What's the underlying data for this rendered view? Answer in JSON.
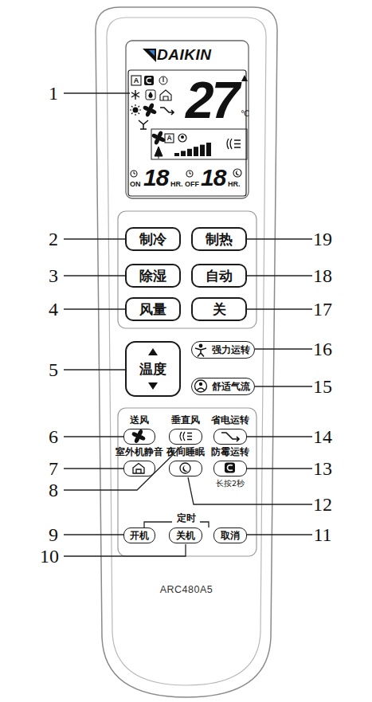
{
  "diagram": {
    "nodes": [
      {
        "text": [
          "ARC480A5"
        ]
      },
      {
        "text": [
          "DAIKIN",
          "27",
          "℃",
          "ON",
          "18",
          "HR.",
          "OFF",
          "18",
          "HR."
        ],
        "in": 0
      },
      {
        "text": [
          "制冷"
        ],
        "in": 0
      },
      {
        "text": [
          "制热"
        ],
        "in": 0
      },
      {
        "text": [
          "除湿"
        ],
        "in": 0
      },
      {
        "text": [
          "自动"
        ],
        "in": 0
      },
      {
        "text": [
          "风量"
        ],
        "in": 0
      },
      {
        "text": [
          "关"
        ],
        "in": 0
      },
      {
        "text": [
          "温度"
        ],
        "in": 0
      },
      {
        "text": [
          "强力运转"
        ],
        "in": 0
      },
      {
        "text": [
          "舒适气流"
        ],
        "in": 0
      },
      {
        "text": [
          "送风"
        ],
        "in": 0
      },
      {
        "text": [
          "垂直风"
        ],
        "in": 0
      },
      {
        "text": [
          "省电运转"
        ],
        "in": 0
      },
      {
        "text": [
          "室外机静音"
        ],
        "in": 0
      },
      {
        "text": [
          "夜间睡眠"
        ],
        "in": 0
      },
      {
        "text": [
          "防霉运转",
          "长按2秒"
        ],
        "in": 0
      },
      {
        "text": [
          "开机"
        ],
        "in": 0
      },
      {
        "text": [
          "关机"
        ],
        "in": 0
      },
      {
        "text": [
          "取消"
        ],
        "in": 0
      }
    ],
    "labels": [
      "1",
      "2",
      "3",
      "4",
      "5",
      "6",
      "7",
      "8",
      "9",
      "10",
      "11",
      "12",
      "13",
      "14",
      "15",
      "16",
      "17",
      "18",
      "19",
      "定时",
      "A",
      "A"
    ]
  }
}
